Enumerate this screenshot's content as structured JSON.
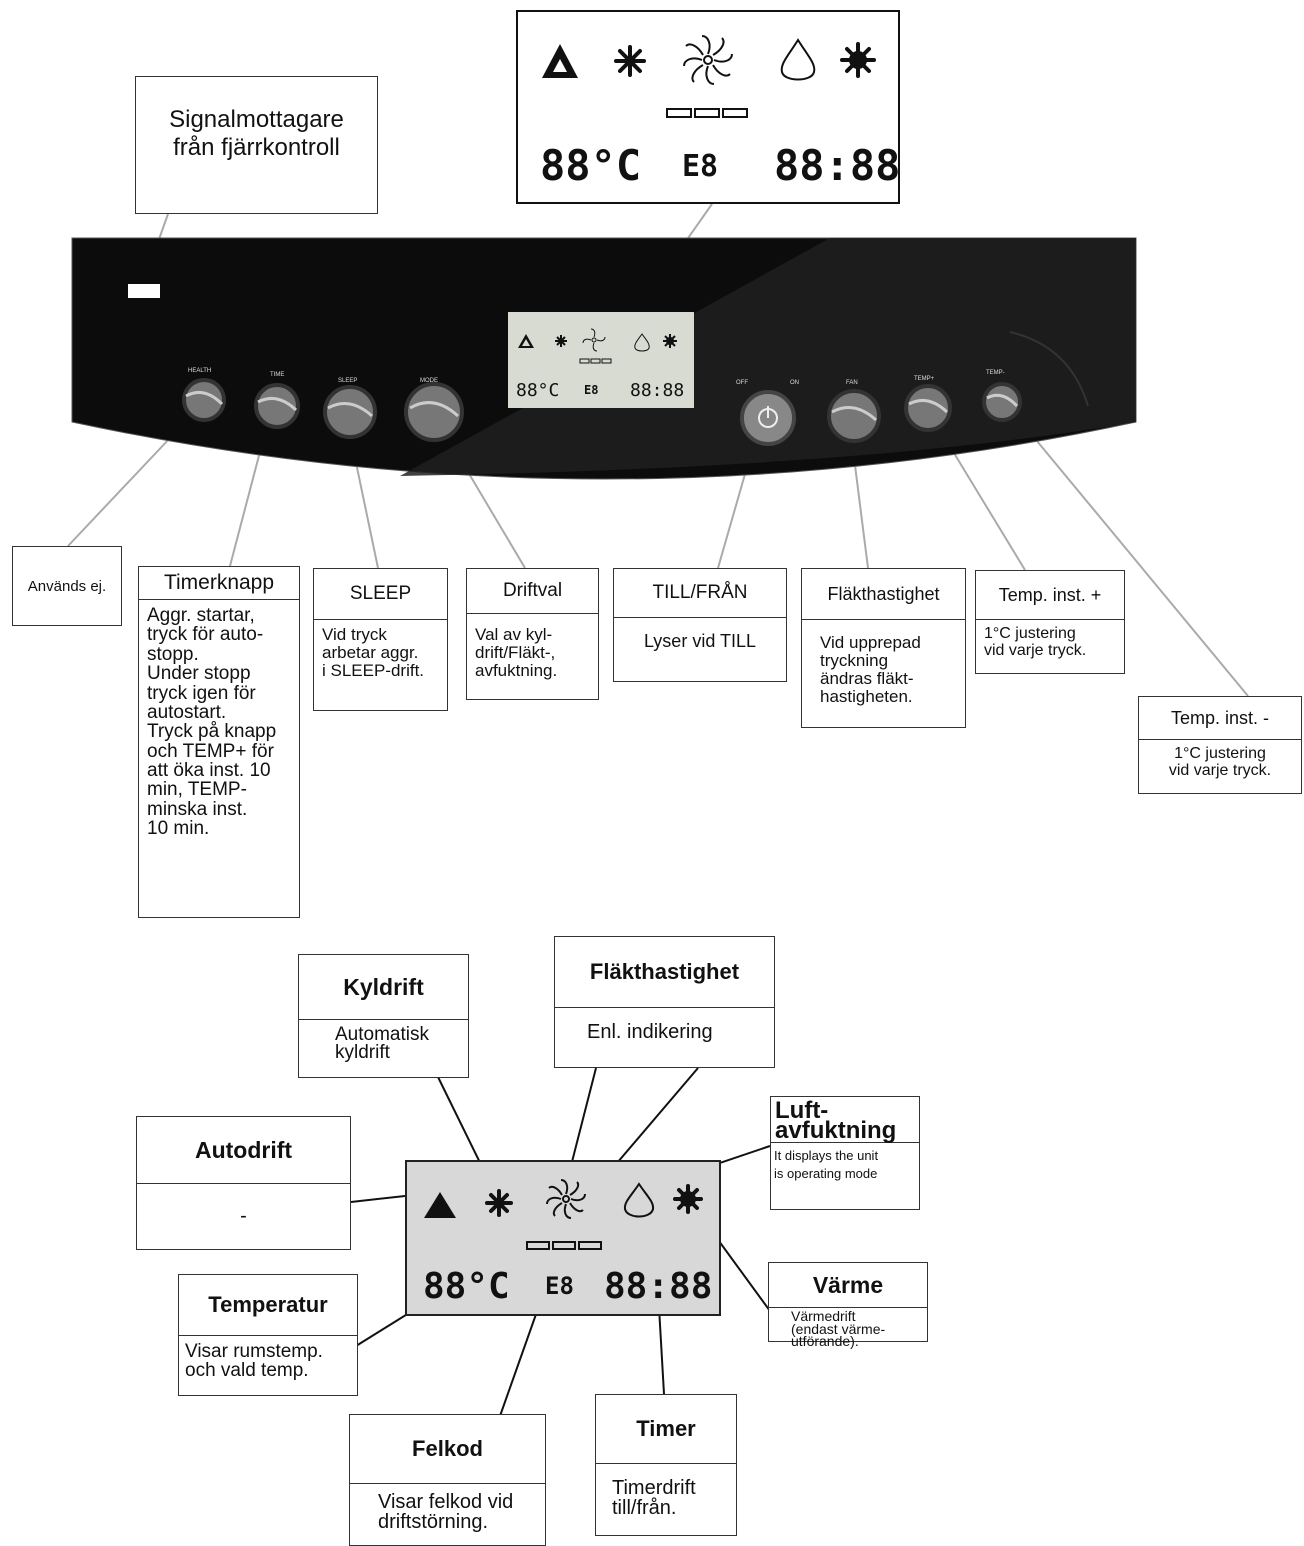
{
  "display_panel": {
    "temp": "88°C",
    "code": "E8",
    "clock": "88:88",
    "icons": [
      "auto-triangle-icon",
      "snowflake-icon",
      "fan-icon",
      "droplet-icon",
      "sun-icon"
    ]
  },
  "top_callouts": {
    "signal": "Signalmottagare\nfrån fjärrkontroll",
    "health": "Används ej.",
    "timer": {
      "title": "Timerknapp",
      "body": "Aggr. startar,\ntryck för auto-\nstopp.\nUnder stopp\ntryck igen för\nautostart.\nTryck på knapp\noch TEMP+ för\natt öka inst. 10\nmin, TEMP-\nminska inst.\n10 min."
    },
    "sleep": {
      "title": "SLEEP",
      "body": "Vid tryck\narbetar aggr.\ni SLEEP-drift."
    },
    "mode": {
      "title": "Driftval",
      "body": "Val av kyl-\ndrift/Fläkt-,\navfuktning."
    },
    "power": {
      "title": "TILL/FRÅN",
      "body": "Lyser vid TILL"
    },
    "fan": {
      "title": "Fläkthastighet",
      "body": "Vid upprepad\ntryckning\nändras fläkt-\nhastigheten."
    },
    "temp_plus": {
      "title": "Temp. inst. +",
      "body": "1°C justering\nvid varje tryck."
    },
    "temp_minus": {
      "title": "Temp. inst. -",
      "body": "1°C justering\nvid varje tryck."
    }
  },
  "buttons": {
    "health": "HEALTH",
    "time": "TIME",
    "sleep": "SLEEP",
    "mode": "MODE",
    "off": "OFF",
    "on": "ON",
    "fan": "FAN",
    "temp_plus": "TEMP+",
    "temp_minus": "TEMP-"
  },
  "bottom_callouts": {
    "kyldrift": {
      "title": "Kyldrift",
      "body": "Automatisk\nkyldrift"
    },
    "flakt": {
      "title": "Fläkthastighet",
      "body": "Enl. indikering"
    },
    "autodrift": {
      "title": "Autodrift",
      "body": "-"
    },
    "luft": {
      "title": "Luft-\navfuktning",
      "body": "It displays the unit\nis operating mode"
    },
    "temperatur": {
      "title": "Temperatur",
      "body": "Visar rumstemp.\noch vald temp."
    },
    "varme": {
      "title": "Värme",
      "body": "Värmedrift\n(endast värme-\nutförande)."
    },
    "felkod": {
      "title": "Felkod",
      "body": "Visar felkod vid\ndriftstörning."
    },
    "timer": {
      "title": "Timer",
      "body": "Timerdrift\ntill/från."
    }
  }
}
